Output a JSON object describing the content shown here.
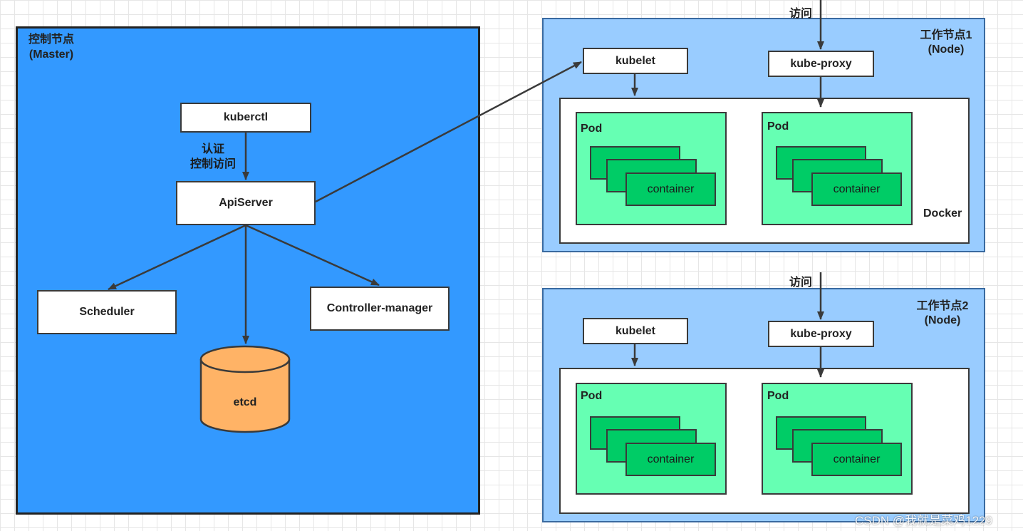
{
  "master": {
    "title_line1": "控制节点",
    "title_line2": "(Master)",
    "kubectl": "kuberctl",
    "auth_line1": "认证",
    "auth_line2": "控制访问",
    "apiserver": "ApiServer",
    "scheduler": "Scheduler",
    "controller_manager": "Controller-manager",
    "etcd": "etcd"
  },
  "node1": {
    "title_line1": "工作节点1",
    "title_line2": "(Node)",
    "access": "访问",
    "kubelet": "kubelet",
    "kube_proxy": "kube-proxy",
    "docker": "Docker",
    "pod_a": "Pod",
    "pod_b": "Pod",
    "container_a": "container",
    "container_b": "container"
  },
  "node2": {
    "title_line1": "工作节点2",
    "title_line2": "(Node)",
    "access": "访问",
    "kubelet": "kubelet",
    "kube_proxy": "kube-proxy",
    "pod_a": "Pod",
    "pod_b": "Pod",
    "container_a": "container",
    "container_b": "container"
  },
  "watermark": "CSDN @我就是菜鸡1229",
  "colors": {
    "master_bg": "#3399ff",
    "node_bg": "#99ccff",
    "pod_bg": "#66ffb3",
    "container_bg": "#00cc66",
    "etcd_bg": "#ffb366"
  }
}
